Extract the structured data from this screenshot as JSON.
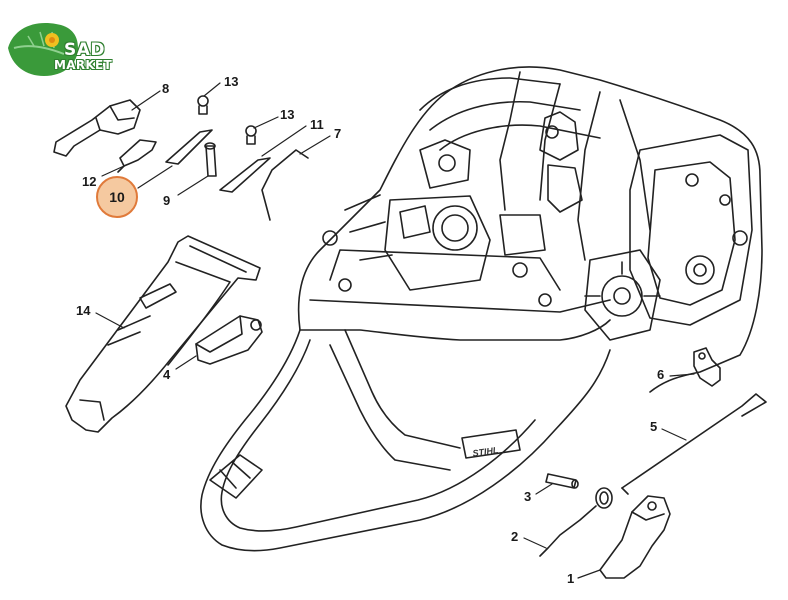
{
  "logo": {
    "line1": "SAD",
    "line2": "MARKET",
    "brand_color": "#3a9a3a",
    "accent_color": "#f0c020"
  },
  "engraving": "STIHL",
  "highlighted_callout": "10",
  "callouts": [
    {
      "id": "c8",
      "label": "8"
    },
    {
      "id": "c13a",
      "label": "13"
    },
    {
      "id": "c13b",
      "label": "13"
    },
    {
      "id": "c11",
      "label": "11"
    },
    {
      "id": "c7",
      "label": "7"
    },
    {
      "id": "c12",
      "label": "12"
    },
    {
      "id": "c9",
      "label": "9"
    },
    {
      "id": "c14",
      "label": "14"
    },
    {
      "id": "c4",
      "label": "4"
    },
    {
      "id": "c6",
      "label": "6"
    },
    {
      "id": "c5",
      "label": "5"
    },
    {
      "id": "c3",
      "label": "3"
    },
    {
      "id": "c2",
      "label": "2"
    },
    {
      "id": "c1",
      "label": "1"
    }
  ]
}
